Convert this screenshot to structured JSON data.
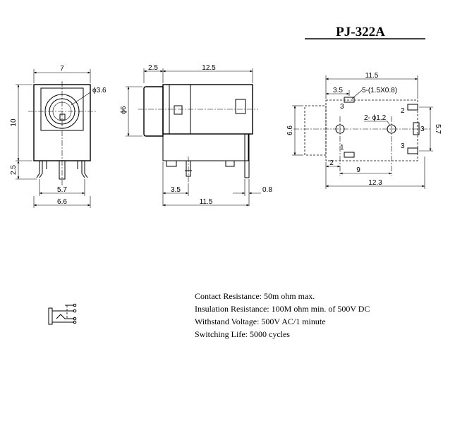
{
  "title": "PJ-322A",
  "front_view": {
    "dim_width_top": "7",
    "dim_hole": "ϕ3.6",
    "dim_height": "10",
    "dim_pin": "2.5",
    "dim_pin_span": "5.7",
    "dim_width_bottom": "6.6"
  },
  "side_view": {
    "dim_nose": "2.5",
    "dim_body": "12.5",
    "dim_diameter": "ϕ6",
    "dim_pin_offset": "3.5",
    "dim_pin_thickness": "0.8",
    "dim_total": "11.5"
  },
  "pcb_view": {
    "dim_width": "11.5",
    "dim_pad_offset": "3.5",
    "pad_note": "5-(1.5X0.8)",
    "hole_note": "2- ϕ1.2",
    "dim_height": "6.6",
    "dim_pad_span": "5.7",
    "dim_hole_offset": "2",
    "dim_hole_span": "9",
    "dim_total": "12.3",
    "pad_labels": [
      "3",
      "2",
      "3",
      "1",
      "3"
    ]
  },
  "specs": {
    "contact_resistance": "Contact Resistance:     50m ohm max.",
    "insulation_resistance": "Insulation Resistance: 100M ohm min. of 500V DC",
    "withstand_voltage": "Withstand Voltage: 500V AC/1 minute",
    "switching_life": "Switching Life: 5000 cycles"
  }
}
